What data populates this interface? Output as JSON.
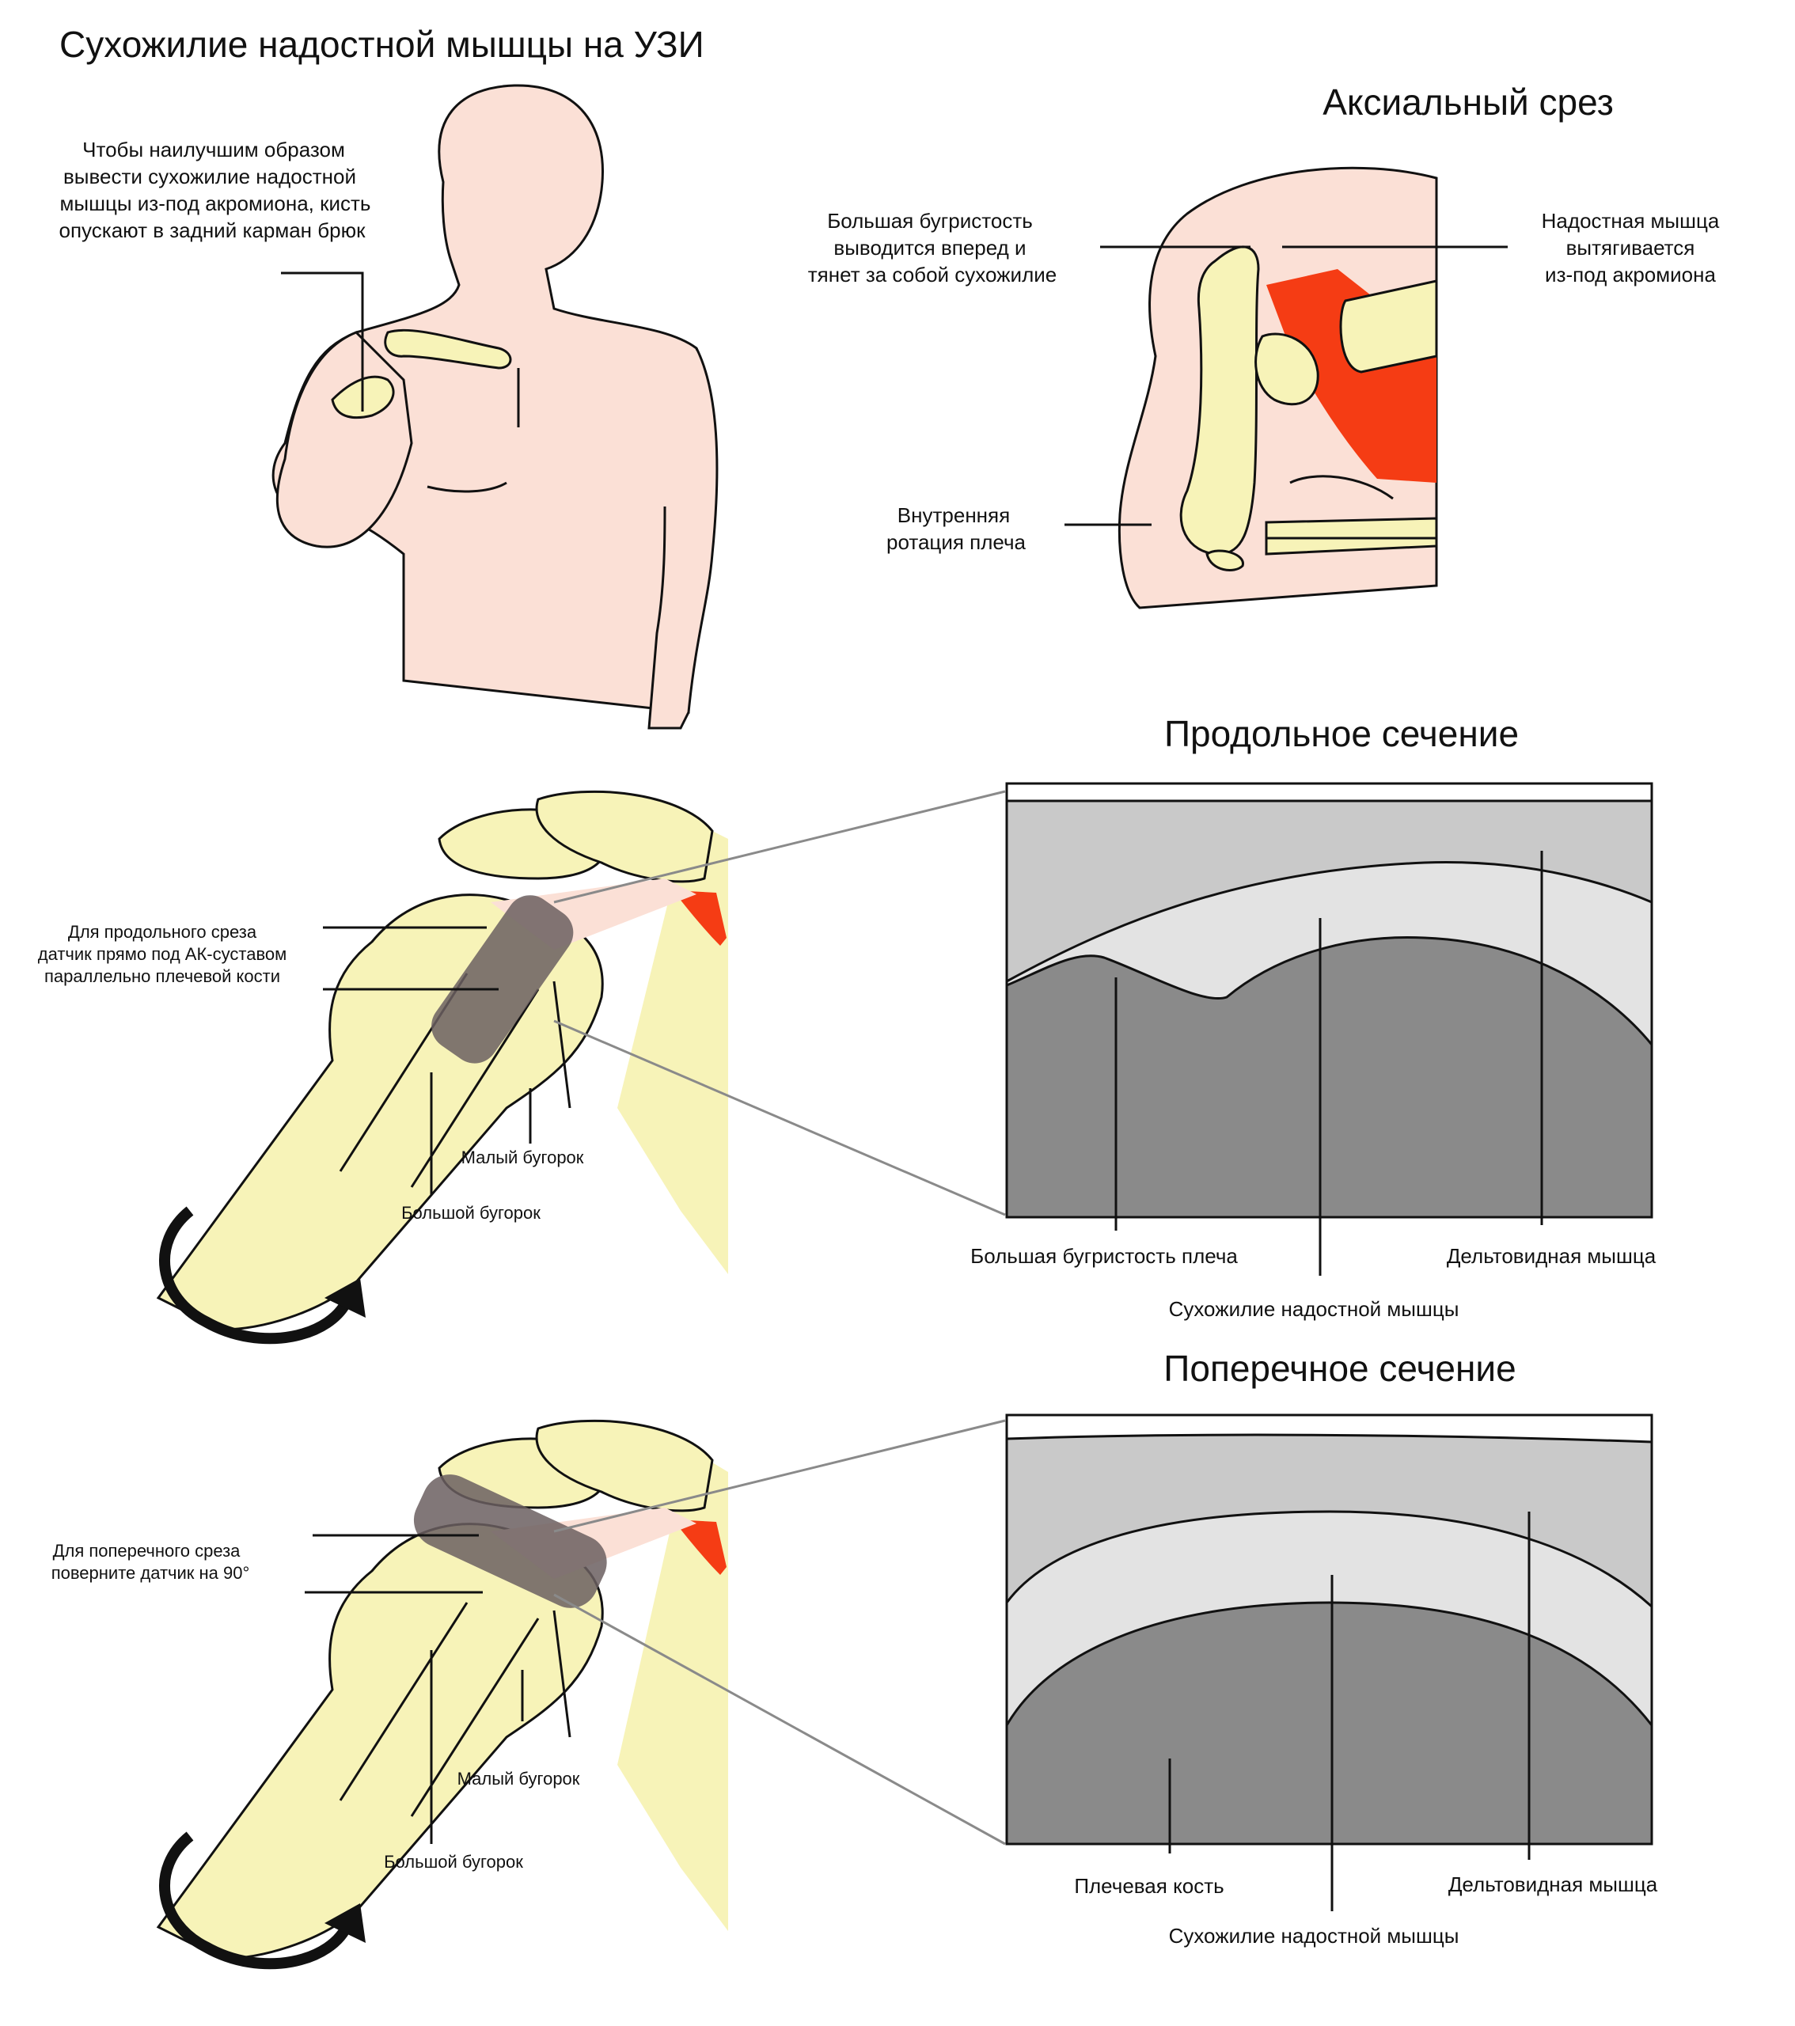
{
  "title": "Сухожилие надостной мышцы на УЗИ",
  "top_left_note": {
    "lines": [
      "Чтобы наилучшим образом",
      "вывести сухожилие надостной",
      "мышцы из-под акромиона, кисть",
      "опускают в задний карман брюк"
    ]
  },
  "axial": {
    "title": "Аксиальный срез",
    "label_tuberosity": [
      "Большая бугристость",
      "выводится вперед и",
      "тянет за собой сухожилие"
    ],
    "label_muscle": [
      "Надостная мышца",
      "вытягивается",
      "из-под акромиона"
    ],
    "label_rotation": [
      "Внутренняя",
      "ротация плеча"
    ]
  },
  "longitudinal": {
    "title": "Продольное сечение",
    "probe_note": [
      "Для продольного среза",
      "датчик прямо под АК-суставом",
      "параллельно плечевой кости"
    ],
    "lesser_tubercle": "Малый бугорок",
    "greater_tubercle": "Большой бугорок",
    "us_labels": {
      "left": "Большая бугристость плеча",
      "center": "Сухожилие надостной мышцы",
      "right": "Дельтовидная мышца"
    }
  },
  "transverse": {
    "title": "Поперечное сечение",
    "probe_note": [
      "Для поперечного среза",
      "поверните датчик на 90°"
    ],
    "lesser_tubercle": "Малый бугорок",
    "greater_tubercle": "Большой бугорок",
    "us_labels": {
      "left": "Плечевая кость",
      "center": "Сухожилие надостной мышцы",
      "right": "Дельтовидная мышца"
    }
  },
  "colors": {
    "skin": "#fbe0d6",
    "bone": "#f7f3b8",
    "muscle": "#f53c14",
    "probe": "#6b5f60",
    "us_light": "#c9c9c9",
    "us_tendon": "#e3e3e3",
    "us_dark": "#8a8a8a"
  }
}
